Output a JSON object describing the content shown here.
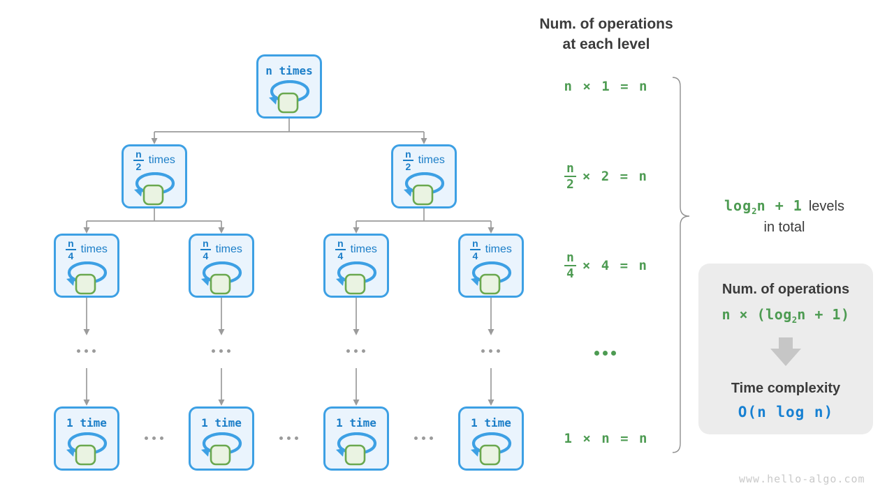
{
  "header": {
    "line1": "Num. of operations",
    "line2": "at each level"
  },
  "tree": {
    "ellipsis": "...",
    "level1_label": "n times",
    "level2": {
      "numerator": "n",
      "denominator": "2",
      "suffix": "times"
    },
    "level3": {
      "numerator": "n",
      "denominator": "4",
      "suffix": "times"
    },
    "level4_label": "1 time"
  },
  "formulas": [
    {
      "text": "n × 1 = n"
    },
    {
      "numerator": "n",
      "denominator": "2",
      "rest": "× 2 = n"
    },
    {
      "numerator": "n",
      "denominator": "4",
      "rest": "× 4 = n"
    },
    {
      "text": "..."
    },
    {
      "text": "1 × n = n"
    }
  ],
  "brace_label": {
    "green_prefix": "log",
    "green_sub": "2",
    "green_suffix": "n + 1",
    "rest": "levels",
    "line2": "in total"
  },
  "panel": {
    "title1": "Num. of operations",
    "formula1_pre": "n × (log",
    "formula1_sub": "2",
    "formula1_post": "n + 1)",
    "title2": "Time complexity",
    "formula2": "O(n log n)"
  },
  "watermark": "www.hello-algo.com",
  "colors": {
    "node_border": "#3da0e4",
    "node_bg": "#eaf4fd",
    "node_text": "#1b7ec8",
    "square_border": "#6aa84f",
    "square_bg": "#eaf3e2",
    "connector": "#9b9b9b",
    "brace": "#8f8f8f",
    "formula_green": "#4d9b52",
    "dark_text": "#3b3b3b",
    "panel_bg": "#ececec",
    "panel_arrow": "#c6c6c6",
    "complexity_blue": "#1780d2",
    "watermark": "#c9c9c9"
  }
}
